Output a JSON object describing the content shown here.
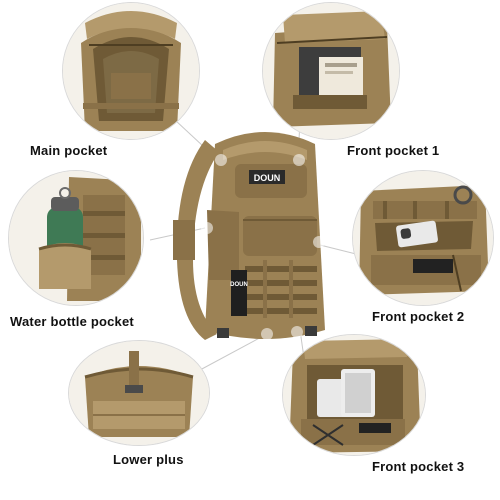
{
  "labels": {
    "main_pocket": "Main pocket",
    "front_pocket_1": "Front pocket 1",
    "water_bottle_pocket": "Water bottle pocket",
    "front_pocket_2": "Front pocket 2",
    "lower_plus": "Lower plus",
    "front_pocket_3": "Front pocket 3"
  },
  "brand": {
    "patch_text": "DOUN",
    "tag_text": "DOUN"
  },
  "colors": {
    "coyote": "#9c8255",
    "coyote_dark": "#6f5a36",
    "coyote_light": "#b49a6c",
    "webbing": "#8a7148",
    "lining": "#7d6a45",
    "bottle_green": "#3f7a55",
    "device_white": "#e9e9e9",
    "connector": "#bdbdbd"
  },
  "icons": {
    "main_pocket": "open-main-compartment-image",
    "front_pocket_1": "front-pocket-with-book-image",
    "water_bottle": "water-bottle-pocket-image",
    "front_pocket_2": "front-pocket-with-phone-image",
    "lower_plus": "lower-compartment-image",
    "front_pocket_3": "organizer-pocket-with-tablet-image"
  }
}
